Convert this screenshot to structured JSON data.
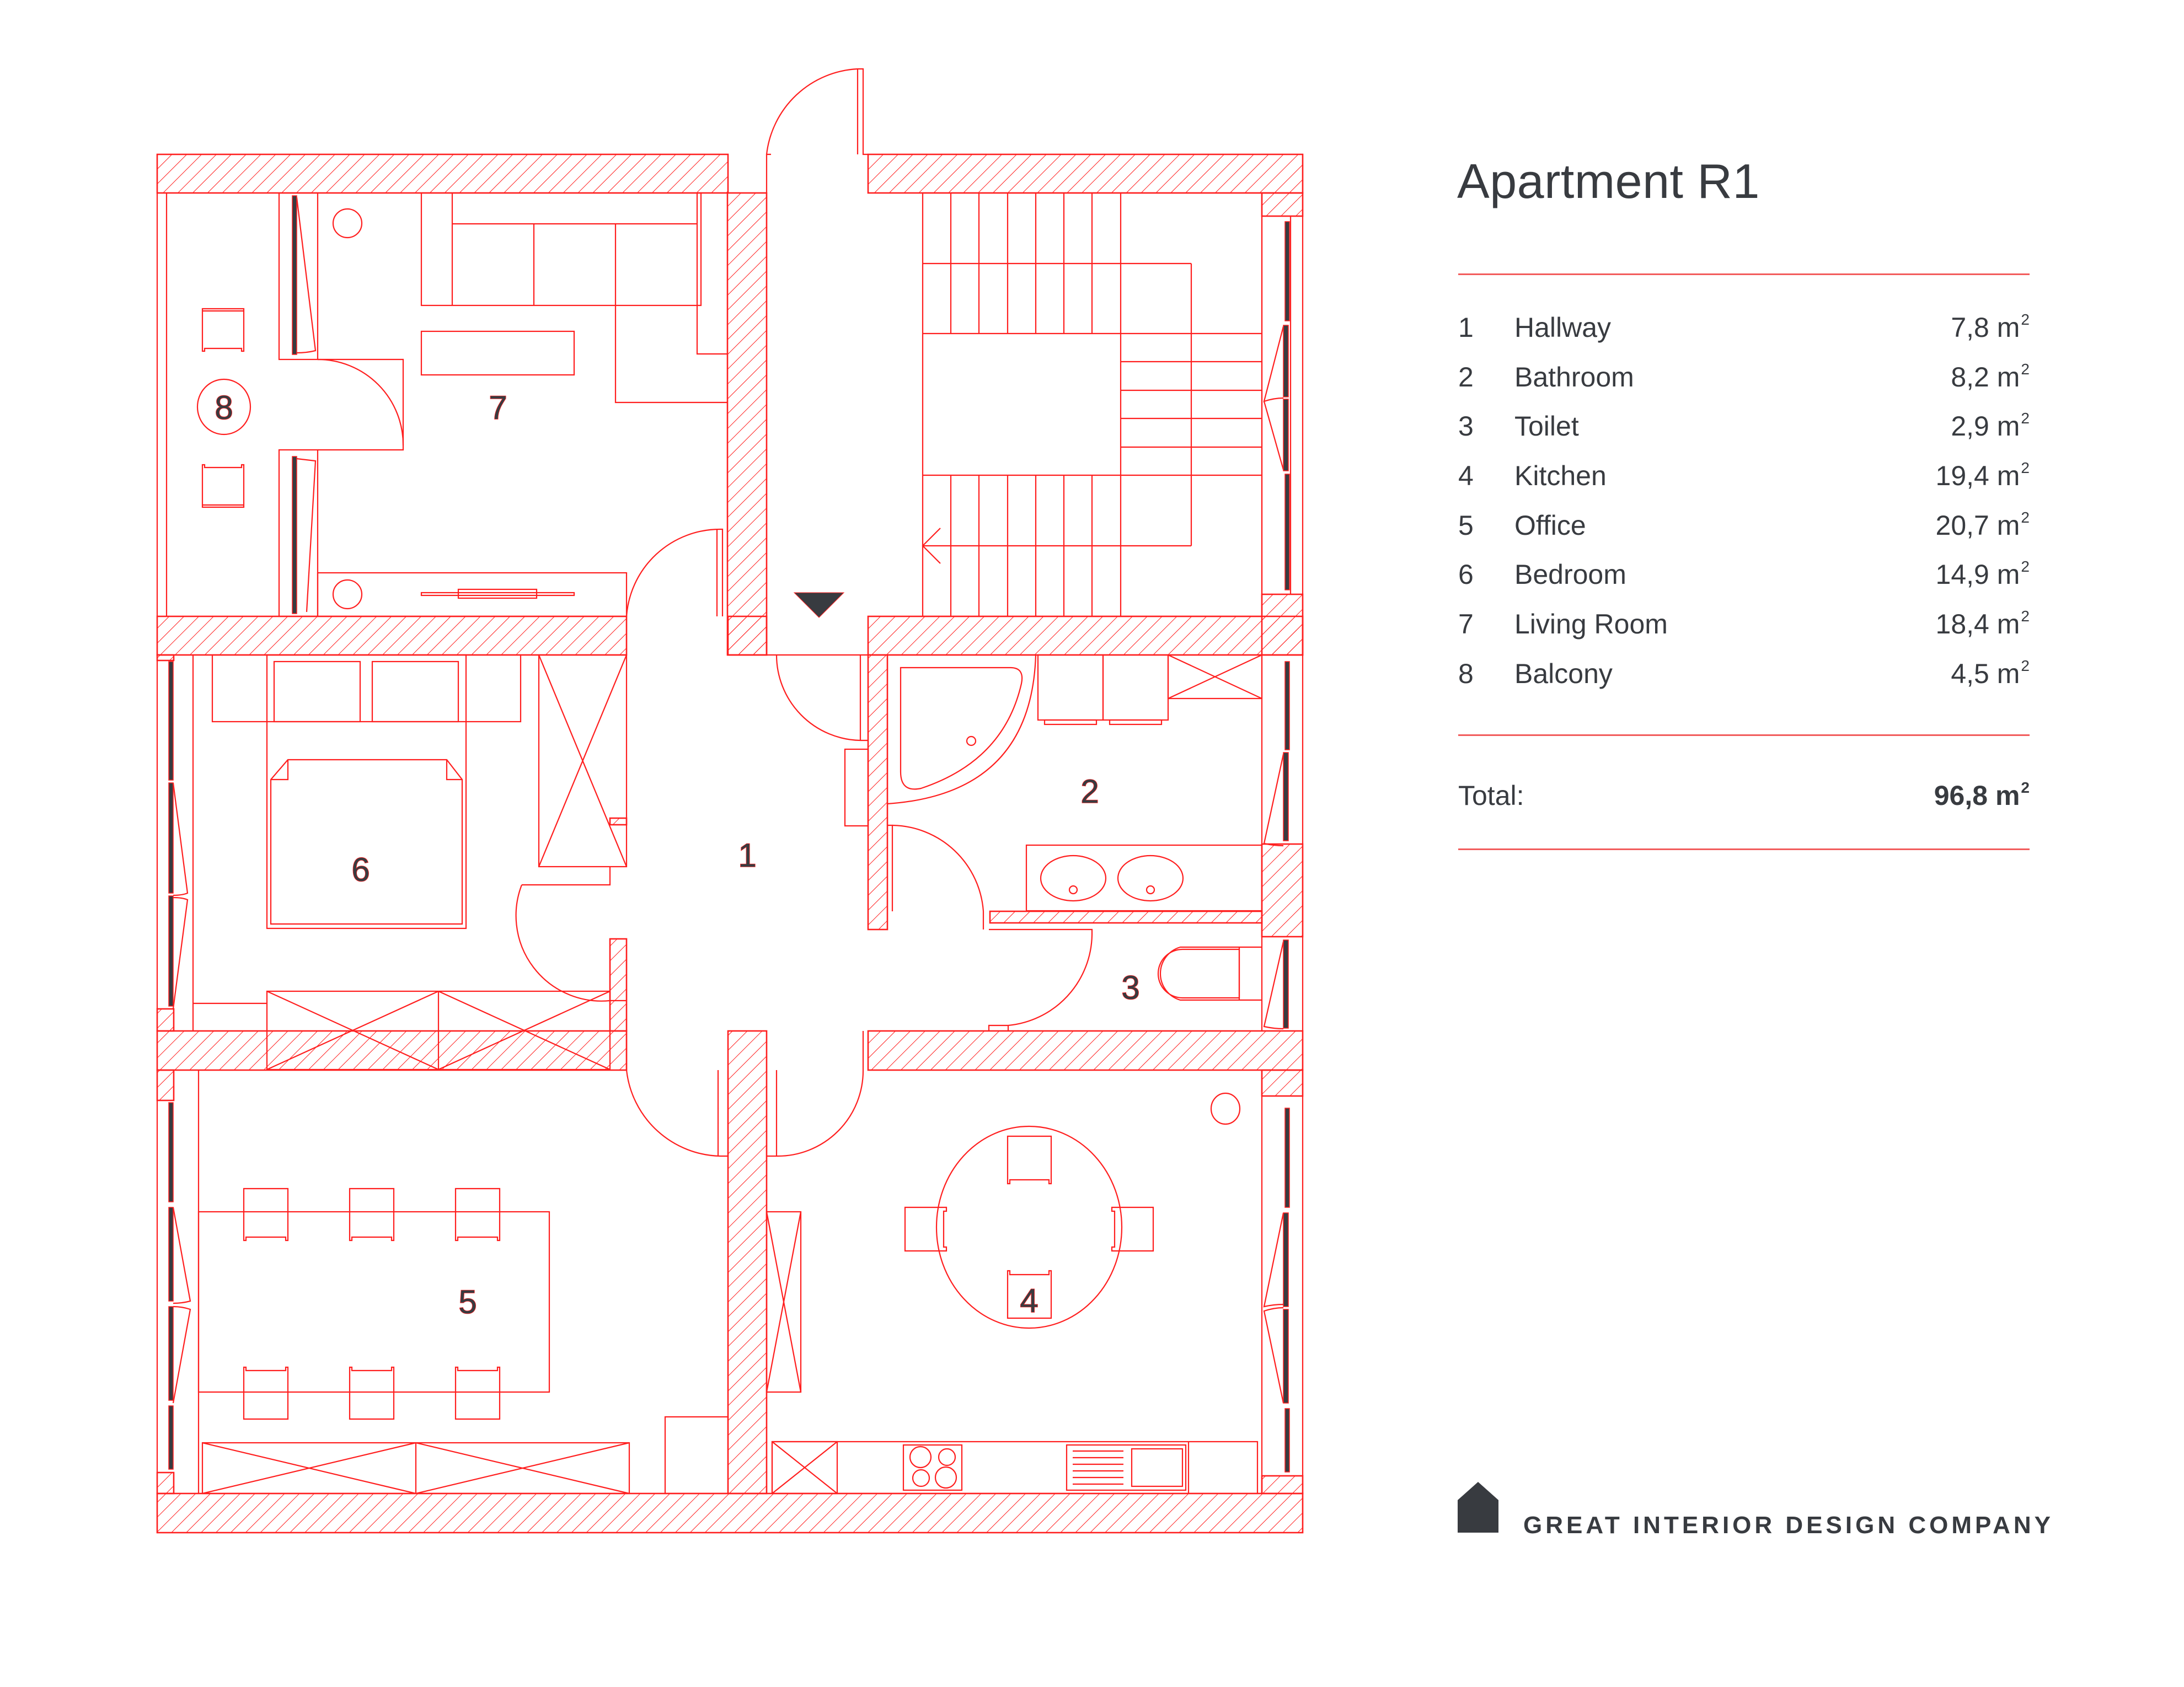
{
  "title": "Apartment R1",
  "rooms": [
    {
      "number": "1",
      "name": "Hallway",
      "area": "7,8",
      "unit": "m",
      "unit_sup": "2"
    },
    {
      "number": "2",
      "name": "Bathroom",
      "area": "8,2",
      "unit": "m",
      "unit_sup": "2"
    },
    {
      "number": "3",
      "name": "Toilet",
      "area": "2,9",
      "unit": "m",
      "unit_sup": "2"
    },
    {
      "number": "4",
      "name": "Kitchen",
      "area": "19,4",
      "unit": "m",
      "unit_sup": "2"
    },
    {
      "number": "5",
      "name": "Office",
      "area": "20,7",
      "unit": "m",
      "unit_sup": "2"
    },
    {
      "number": "6",
      "name": "Bedroom",
      "area": "14,9",
      "unit": "m",
      "unit_sup": "2"
    },
    {
      "number": "7",
      "name": "Living Room",
      "area": "18,4",
      "unit": "m",
      "unit_sup": "2"
    },
    {
      "number": "8",
      "name": "Balcony",
      "area": "4,5",
      "unit": "m",
      "unit_sup": "2"
    }
  ],
  "total": {
    "label": "Total:",
    "area": "96,8",
    "unit": "m",
    "unit_sup": "2"
  },
  "plan_labels": {
    "hallway": "1",
    "bathroom": "2",
    "toilet": "3",
    "kitchen": "4",
    "office": "5",
    "bedroom": "6",
    "living_room": "7",
    "balcony": "8"
  },
  "company": {
    "name": "GREAT INTERIOR DESIGN COMPANY",
    "logo_icon": "house-icon"
  },
  "colors": {
    "line": "#ff1f1f",
    "text": "#383b40",
    "rule": "#f25c5c"
  }
}
